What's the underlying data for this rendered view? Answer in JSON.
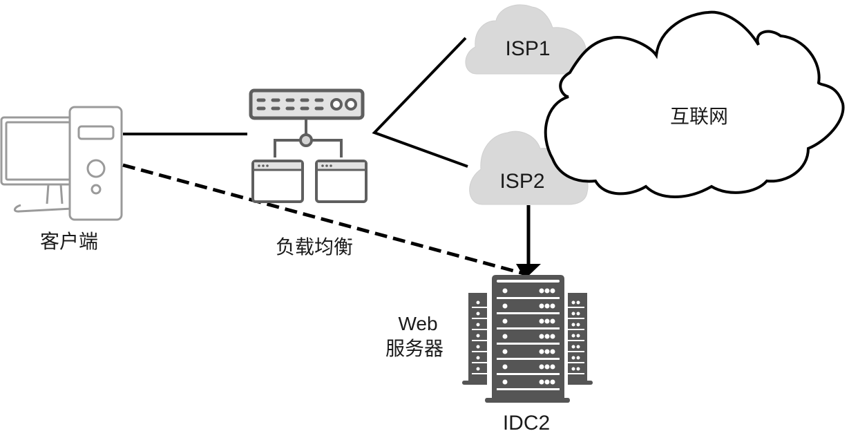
{
  "diagram": {
    "title": "",
    "nodes": {
      "client": {
        "label": "客户端",
        "icon": "desktop-computer-icon"
      },
      "load_balancer": {
        "label": "负载均衡",
        "icon": "load-balancer-icon"
      },
      "isp1": {
        "label": "ISP1",
        "icon": "cloud-icon"
      },
      "isp2": {
        "label": "ISP2",
        "icon": "cloud-icon"
      },
      "internet": {
        "label": "互联网",
        "icon": "cloud-icon"
      },
      "web_server": {
        "label_line1": "Web",
        "label_line2": "服务器",
        "icon": "server-rack-icon"
      },
      "idc": {
        "label": "IDC2"
      }
    },
    "edges": [
      {
        "from": "client",
        "to": "load_balancer",
        "style": "solid"
      },
      {
        "from": "load_balancer",
        "to": "isp1",
        "style": "solid"
      },
      {
        "from": "load_balancer",
        "to": "isp2",
        "style": "solid"
      },
      {
        "from": "isp2",
        "to": "web_server",
        "style": "solid-arrow"
      },
      {
        "from": "client",
        "to": "web_server",
        "style": "dashed"
      }
    ],
    "colors": {
      "line": "#000000",
      "client_icon": "#9a9a9a",
      "lb_icon": "#5f5f5f",
      "lb_fill": "#e2e2e2",
      "isp_cloud": "#d9d9d9",
      "server": "#555555",
      "text": "#1a1a1a"
    }
  }
}
